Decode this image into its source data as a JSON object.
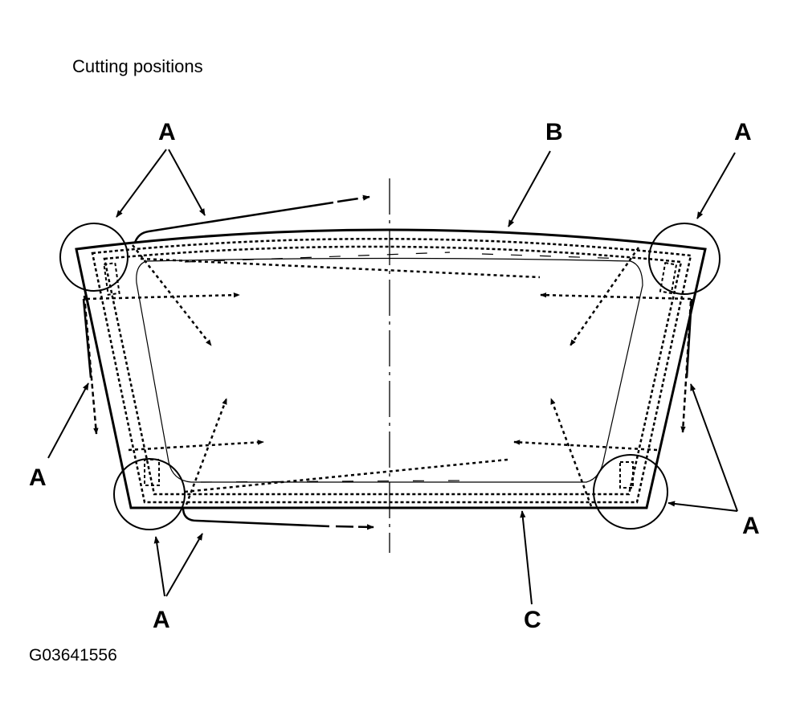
{
  "title": "Cutting positions",
  "figure_code": "G03641556",
  "callouts": {
    "a_top_left": "A",
    "b_top": "B",
    "a_top_right": "A",
    "a_left": "A",
    "a_right": "A",
    "a_bottom_left": "A",
    "c_bottom": "C"
  }
}
